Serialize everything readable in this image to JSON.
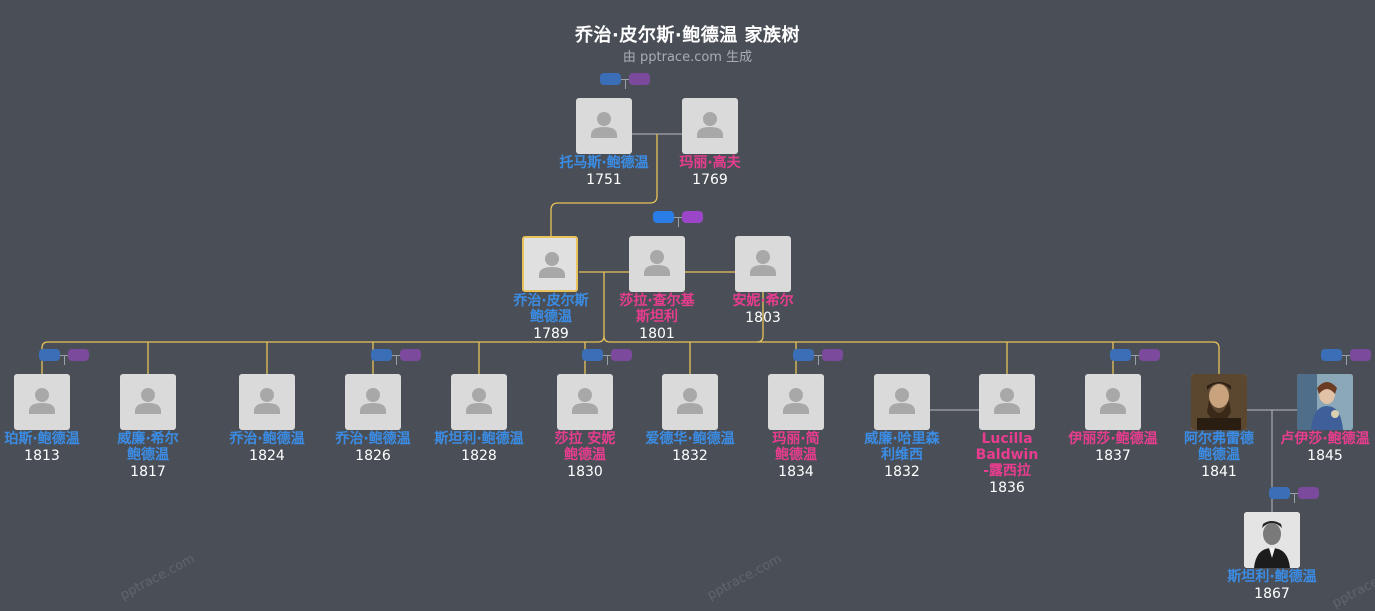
{
  "header": {
    "title": "乔治·皮尔斯·鲍德温 家族树",
    "subtitle": "由 pptrace.com 生成"
  },
  "watermark": "pptrace.com",
  "people": {
    "thomas": {
      "name": [
        "托马斯·鲍德温"
      ],
      "year": "1751",
      "gender": "m"
    },
    "mary_goff": {
      "name": [
        "玛丽·高夫"
      ],
      "year": "1769",
      "gender": "f"
    },
    "george": {
      "name": [
        "乔治·皮尔斯",
        "鲍德温"
      ],
      "year": "1789",
      "gender": "m"
    },
    "sarah_stanley": {
      "name": [
        "莎拉·查尔基",
        "斯坦利"
      ],
      "year": "1801",
      "gender": "f"
    },
    "anne_hill": {
      "name": [
        "安妮·希尔"
      ],
      "year": "1803",
      "gender": "f"
    },
    "percy": {
      "name": [
        "珀斯·鲍德温"
      ],
      "year": "1813",
      "gender": "m"
    },
    "william_hill": {
      "name": [
        "威廉·希尔",
        "鲍德温"
      ],
      "year": "1817",
      "gender": "m"
    },
    "george_1824": {
      "name": [
        "乔治·鲍德温"
      ],
      "year": "1824",
      "gender": "m"
    },
    "george_1826": {
      "name": [
        "乔治·鲍德温"
      ],
      "year": "1826",
      "gender": "m"
    },
    "stanley_1828": {
      "name": [
        "斯坦利·鲍德温"
      ],
      "year": "1828",
      "gender": "m"
    },
    "sarah_anne": {
      "name": [
        "莎拉 安妮",
        "鲍德温"
      ],
      "year": "1830",
      "gender": "f"
    },
    "edward": {
      "name": [
        "爱德华·鲍德温"
      ],
      "year": "1832",
      "gender": "m"
    },
    "mary_jane": {
      "name": [
        "玛丽·简",
        "鲍德温"
      ],
      "year": "1834",
      "gender": "f"
    },
    "william_harrison": {
      "name": [
        "威廉·哈里森",
        "利维西"
      ],
      "year": "1832",
      "gender": "m"
    },
    "lucilla": {
      "name": [
        "Lucilla",
        "Baldwin",
        "-露西拉"
      ],
      "year": "1836",
      "gender": "f"
    },
    "elizabeth": {
      "name": [
        "伊丽莎·鲍德温"
      ],
      "year": "1837",
      "gender": "f"
    },
    "alfred": {
      "name": [
        "阿尔弗雷德",
        "鲍德温"
      ],
      "year": "1841",
      "gender": "m"
    },
    "louisa": {
      "name": [
        "卢伊莎·鲍德温"
      ],
      "year": "1845",
      "gender": "f"
    },
    "stanley_1867": {
      "name": [
        "斯坦利·鲍德温"
      ],
      "year": "1867",
      "gender": "m"
    }
  },
  "colors": {
    "background": "#4a4f57",
    "male": "#3b8ce4",
    "female": "#e83d8f",
    "bloodline": "#e8c25a",
    "spouse_line": "#b9bcc0"
  }
}
